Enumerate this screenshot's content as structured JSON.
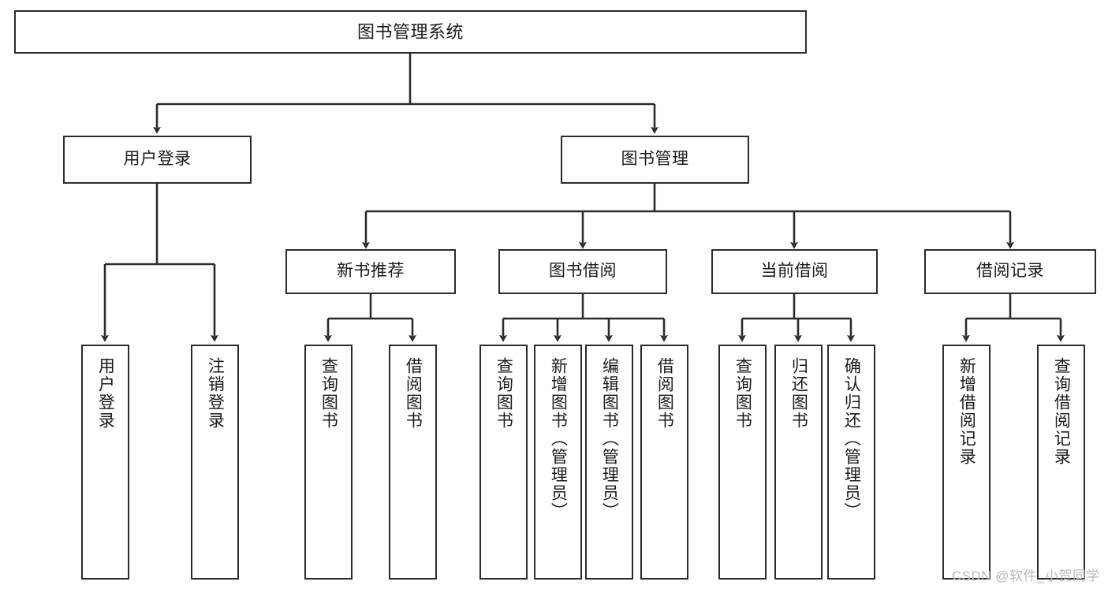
{
  "diagram": {
    "type": "tree-hierarchy",
    "title": "图书管理系统",
    "root": {
      "id": "root",
      "label": "图书管理系统"
    },
    "level1": [
      {
        "id": "user-login",
        "label": "用户登录"
      },
      {
        "id": "book-manage",
        "label": "图书管理"
      }
    ],
    "level2": [
      {
        "id": "new-book-recommend",
        "label": "新书推荐",
        "parent": "book-manage"
      },
      {
        "id": "book-borrow",
        "label": "图书借阅",
        "parent": "book-manage"
      },
      {
        "id": "current-borrow",
        "label": "当前借阅",
        "parent": "book-manage"
      },
      {
        "id": "borrow-record",
        "label": "借阅记录",
        "parent": "book-manage"
      }
    ],
    "leaves": {
      "user-login": [
        {
          "id": "leaf-user-login",
          "label": "用户登录"
        },
        {
          "id": "leaf-user-logout",
          "label": "注销登录"
        }
      ],
      "new-book-recommend": [
        {
          "id": "leaf-query-book-1",
          "label": "查询图书"
        },
        {
          "id": "leaf-borrow-book-1",
          "label": "借阅图书"
        }
      ],
      "book-borrow": [
        {
          "id": "leaf-query-book-2",
          "label": "查询图书"
        },
        {
          "id": "leaf-add-book",
          "label": "新增图书（管理员）"
        },
        {
          "id": "leaf-edit-book",
          "label": "编辑图书（管理员）"
        },
        {
          "id": "leaf-borrow-book-2",
          "label": "借阅图书"
        }
      ],
      "current-borrow": [
        {
          "id": "leaf-query-book-3",
          "label": "查询图书"
        },
        {
          "id": "leaf-return-book",
          "label": "归还图书"
        },
        {
          "id": "leaf-confirm-return",
          "label": "确认归还（管理员）"
        }
      ],
      "borrow-record": [
        {
          "id": "leaf-add-record",
          "label": "新增借阅记录"
        },
        {
          "id": "leaf-query-record",
          "label": "查询借阅记录"
        }
      ]
    }
  },
  "watermark": {
    "text": "CSDN @软件_小贺同学"
  },
  "colors": {
    "stroke": "#2b2b2b",
    "background": "#ffffff",
    "text": "#1a1a1a",
    "watermark": "#b9b9b9"
  }
}
